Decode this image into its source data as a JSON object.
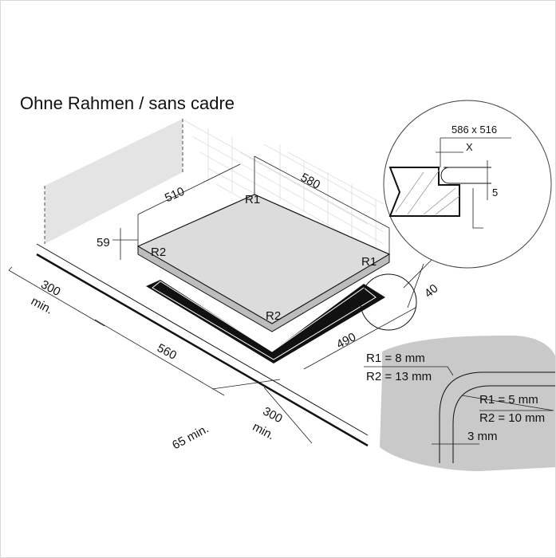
{
  "title": "Ohne Rahmen / sans cadre",
  "dimensions": {
    "width_580": "580",
    "depth_510": "510",
    "height_59": "59",
    "side_300": "300",
    "side_300_min": "min.",
    "width_560": "560",
    "depth_490": "490",
    "edge_40": "40",
    "wall_65": "65 min.",
    "front_300": "300",
    "front_300_min": "min."
  },
  "corners": {
    "r1_back": "R1",
    "r2_left": "R2",
    "r1_right": "R1",
    "r2_front": "R2"
  },
  "detail_section": {
    "cutout": "586 x 516",
    "x_label": "X",
    "depth": "5"
  },
  "detail_radii": {
    "outer_r1": "R1 = 8 mm",
    "outer_r2": "R2 = 13 mm",
    "inner_r1": "R1 = 5 mm",
    "inner_r2": "R2 = 10 mm",
    "gap": "3 mm"
  }
}
